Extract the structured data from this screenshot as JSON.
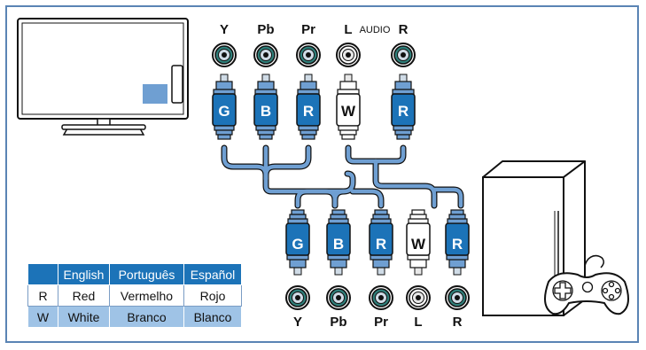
{
  "top_ports": {
    "y": "Y",
    "pb": "Pb",
    "pr": "Pr",
    "l": "L",
    "audio": "AUDIO",
    "r": "R"
  },
  "bottom_ports": {
    "y": "Y",
    "pb": "Pb",
    "pr": "Pr",
    "l": "L",
    "r": "R"
  },
  "plug_letters": {
    "g": "G",
    "b": "B",
    "r": "R",
    "w": "W"
  },
  "legend": {
    "headers": [
      "",
      "English",
      "Português",
      "Español"
    ],
    "rows": [
      [
        "R",
        "Red",
        "Vermelho",
        "Rojo"
      ],
      [
        "W",
        "White",
        "Branco",
        "Blanco"
      ]
    ]
  },
  "colors": {
    "frame": "#5a84b4",
    "plug_blue": "#1c73b8",
    "cable": "#6f9fd2",
    "port_green": "#2f7f7a"
  }
}
